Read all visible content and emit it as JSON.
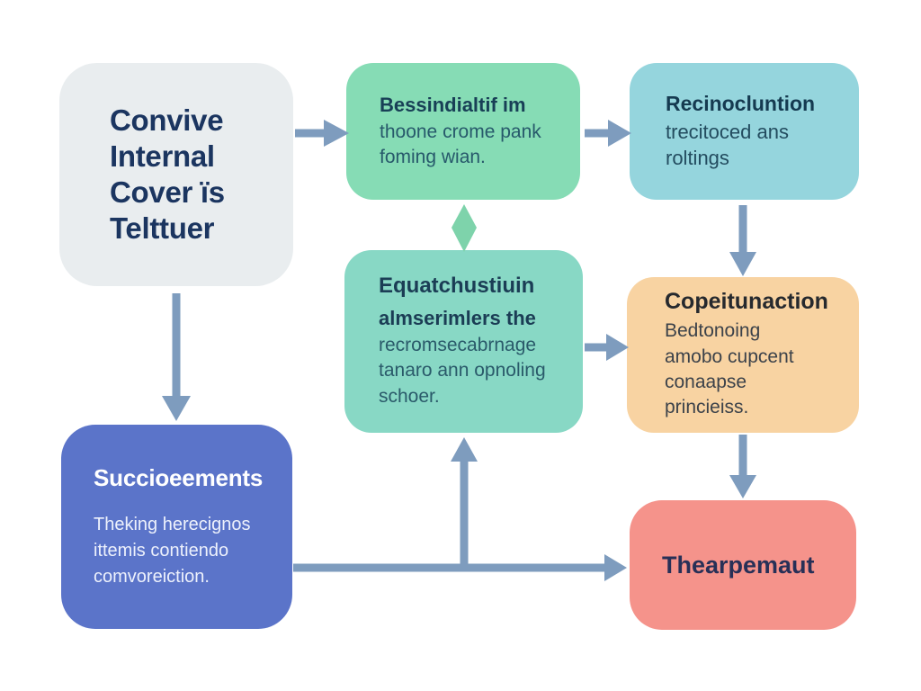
{
  "colors": {
    "background": "#ffffff",
    "arrow": "#7e9cbe",
    "diamond": "#7ed3ab",
    "node_gray": "#e9edef",
    "node_green": "#86dcb5",
    "node_teal": "#95d5dd",
    "node_mint": "#88d8c5",
    "node_orange": "#f8d3a2",
    "node_blue": "#5b74c9",
    "node_red": "#f5938b"
  },
  "diagram": {
    "nodes": {
      "convive": {
        "title": "Convive Internal Cover ïs Telttuer"
      },
      "bessindialtif": {
        "title": "Bessindialtif im",
        "body": "thoone crome pank foming wian."
      },
      "recinocluntion": {
        "title": "Recinocluntion",
        "body": "trecitoced ans roltings"
      },
      "equatchustiuin": {
        "title": "Equatchustiuin",
        "subtitle": "almserimlers the",
        "body": "recromsecabrnage tanaro ann opnoling schoer."
      },
      "copeitunaction": {
        "title": "Copeitunaction",
        "body": "Bedtonoing amobo cupcent conaapse princieiss."
      },
      "succioeements": {
        "title": "Succioeements",
        "body": "Theking herecignos ittemis contiendo comvoreiction."
      },
      "thearpemaut": {
        "title": "Thearpemaut"
      }
    }
  }
}
